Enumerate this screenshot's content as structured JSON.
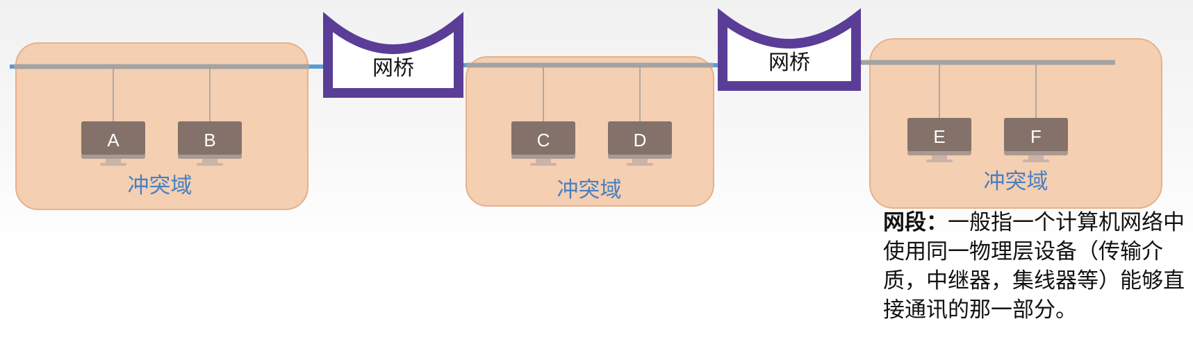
{
  "bridges": [
    {
      "label": "网桥"
    },
    {
      "label": "网桥"
    }
  ],
  "domains": [
    {
      "label": "冲突域",
      "hosts": [
        "A",
        "B"
      ]
    },
    {
      "label": "冲突域",
      "hosts": [
        "C",
        "D"
      ]
    },
    {
      "label": "冲突域",
      "hosts": [
        "E",
        "F"
      ]
    }
  ],
  "definition": {
    "term": "网段：",
    "text": "一般指一个计算机网络中使用同一物理层设备（传输介质，中继器，集线器等）能够直接通讯的那一部分。"
  },
  "colors": {
    "domain_fill": "#f4cfb2",
    "bridge": "#5a3d97",
    "bus_blue": "#5b9bd5",
    "bus_gray": "#a3a3a3",
    "domain_label": "#4a7fc0"
  }
}
